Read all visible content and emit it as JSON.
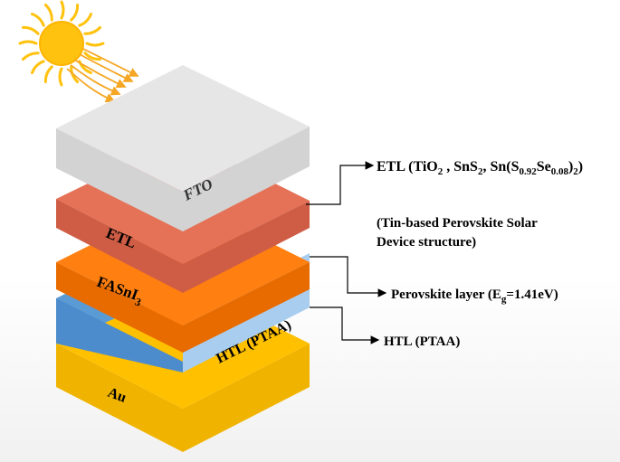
{
  "layers": {
    "fto": {
      "label": "FTO",
      "top": "#e6e6e6",
      "side": "#d3d3d3"
    },
    "etl": {
      "label": "ETL",
      "top": "#e57257",
      "side": "#cf5d45"
    },
    "perovskite": {
      "label": "FASnI",
      "sub": "3",
      "top": "#ff7f10",
      "side": "#e86b00"
    },
    "htl": {
      "label": "HTL (PTAA)",
      "top": "#5a9bd5",
      "side": "#a9cdef"
    },
    "au": {
      "label": "Au",
      "top": "#ffc000",
      "side": "#f0b400"
    }
  },
  "annotations": {
    "etl": {
      "prefix": "ETL (TiO",
      "s1": "2",
      "sep1": " , SnS",
      "s2": "2",
      "sep2": ", Sn(S",
      "s3": "0.92",
      "sep3": "Se",
      "s4": "0.08",
      "sep4": ")",
      "s5": "2",
      "suffix": ")"
    },
    "title_line1": "(Tin-based Perovskite Solar",
    "title_line2": "Device structure)",
    "perovskite": {
      "prefix": "Perovskite layer (E",
      "sub": "g",
      "suffix": "=1.41eV)"
    },
    "htl": "HTL (PTAA)"
  },
  "colors": {
    "sun": "#ffc20e",
    "sun_core": "#ffb400",
    "rays": "#f5a623",
    "text": "#000000"
  }
}
